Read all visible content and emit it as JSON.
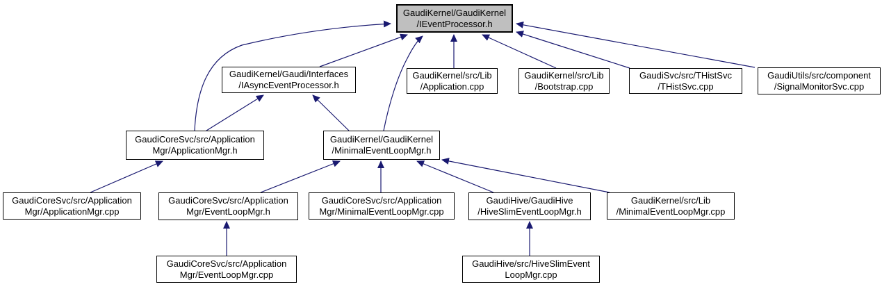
{
  "diagram": {
    "type": "doxygen-included-by-dependency-graph",
    "root_file": "GaudiKernel/GaudiKernel/IEventProcessor.h",
    "colors": {
      "edge": "#191970",
      "node_border": "#000000",
      "node_fill": "#ffffff",
      "highlighted_node_fill": "#bfbfbf",
      "background": "#ffffff"
    },
    "nodes": {
      "n0": {
        "line1": "GaudiKernel/GaudiKernel",
        "line2": "/IEventProcessor.h",
        "highlighted": true
      },
      "n1": {
        "line1": "GaudiKernel/Gaudi/Interfaces",
        "line2": "/IAsyncEventProcessor.h"
      },
      "n2": {
        "line1": "GaudiKernel/src/Lib",
        "line2": "/Application.cpp"
      },
      "n3": {
        "line1": "GaudiKernel/src/Lib",
        "line2": "/Bootstrap.cpp"
      },
      "n4": {
        "line1": "GaudiSvc/src/THistSvc",
        "line2": "/THistSvc.cpp"
      },
      "n5": {
        "line1": "GaudiUtils/src/component",
        "line2": "/SignalMonitorSvc.cpp"
      },
      "n6": {
        "line1": "GaudiCoreSvc/src/Application",
        "line2": "Mgr/ApplicationMgr.h"
      },
      "n7": {
        "line1": "GaudiKernel/GaudiKernel",
        "line2": "/MinimalEventLoopMgr.h"
      },
      "n8": {
        "line1": "GaudiCoreSvc/src/Application",
        "line2": "Mgr/ApplicationMgr.cpp"
      },
      "n9": {
        "line1": "GaudiCoreSvc/src/Application",
        "line2": "Mgr/EventLoopMgr.h"
      },
      "n10": {
        "line1": "GaudiCoreSvc/src/Application",
        "line2": "Mgr/MinimalEventLoopMgr.cpp"
      },
      "n11": {
        "line1": "GaudiHive/GaudiHive",
        "line2": "/HiveSlimEventLoopMgr.h"
      },
      "n12": {
        "line1": "GaudiKernel/src/Lib",
        "line2": "/MinimalEventLoopMgr.cpp"
      },
      "n13": {
        "line1": "GaudiCoreSvc/src/Application",
        "line2": "Mgr/EventLoopMgr.cpp"
      },
      "n14": {
        "line1": "GaudiHive/src/HiveSlimEvent",
        "line2": "LoopMgr.cpp"
      }
    },
    "edges": [
      {
        "from": "GaudiKernel/Gaudi/Interfaces/IAsyncEventProcessor.h",
        "to": "GaudiKernel/GaudiKernel/IEventProcessor.h"
      },
      {
        "from": "GaudiCoreSvc/src/ApplicationMgr/ApplicationMgr.h",
        "to": "GaudiKernel/GaudiKernel/IEventProcessor.h"
      },
      {
        "from": "GaudiKernel/GaudiKernel/MinimalEventLoopMgr.h",
        "to": "GaudiKernel/GaudiKernel/IEventProcessor.h"
      },
      {
        "from": "GaudiKernel/src/Lib/Application.cpp",
        "to": "GaudiKernel/GaudiKernel/IEventProcessor.h"
      },
      {
        "from": "GaudiKernel/src/Lib/Bootstrap.cpp",
        "to": "GaudiKernel/GaudiKernel/IEventProcessor.h"
      },
      {
        "from": "GaudiSvc/src/THistSvc/THistSvc.cpp",
        "to": "GaudiKernel/GaudiKernel/IEventProcessor.h"
      },
      {
        "from": "GaudiUtils/src/component/SignalMonitorSvc.cpp",
        "to": "GaudiKernel/GaudiKernel/IEventProcessor.h"
      },
      {
        "from": "GaudiCoreSvc/src/ApplicationMgr/ApplicationMgr.h",
        "to": "GaudiKernel/Gaudi/Interfaces/IAsyncEventProcessor.h"
      },
      {
        "from": "GaudiKernel/GaudiKernel/MinimalEventLoopMgr.h",
        "to": "GaudiKernel/Gaudi/Interfaces/IAsyncEventProcessor.h"
      },
      {
        "from": "GaudiCoreSvc/src/ApplicationMgr/ApplicationMgr.cpp",
        "to": "GaudiCoreSvc/src/ApplicationMgr/ApplicationMgr.h"
      },
      {
        "from": "GaudiCoreSvc/src/ApplicationMgr/EventLoopMgr.h",
        "to": "GaudiKernel/GaudiKernel/MinimalEventLoopMgr.h"
      },
      {
        "from": "GaudiCoreSvc/src/ApplicationMgr/MinimalEventLoopMgr.cpp",
        "to": "GaudiKernel/GaudiKernel/MinimalEventLoopMgr.h"
      },
      {
        "from": "GaudiHive/GaudiHive/HiveSlimEventLoopMgr.h",
        "to": "GaudiKernel/GaudiKernel/MinimalEventLoopMgr.h"
      },
      {
        "from": "GaudiKernel/src/Lib/MinimalEventLoopMgr.cpp",
        "to": "GaudiKernel/GaudiKernel/MinimalEventLoopMgr.h"
      },
      {
        "from": "GaudiCoreSvc/src/ApplicationMgr/EventLoopMgr.cpp",
        "to": "GaudiCoreSvc/src/ApplicationMgr/EventLoopMgr.h"
      },
      {
        "from": "GaudiHive/src/HiveSlimEventLoopMgr.cpp",
        "to": "GaudiHive/GaudiHive/HiveSlimEventLoopMgr.h"
      }
    ]
  }
}
